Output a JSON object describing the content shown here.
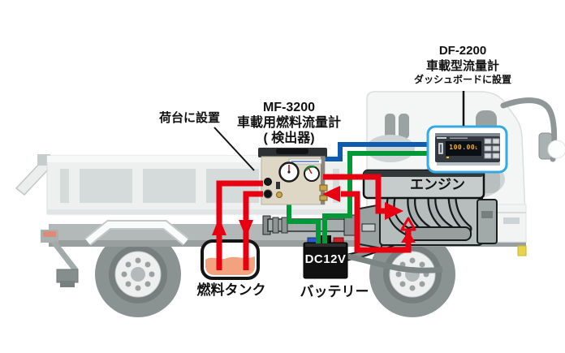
{
  "labels": {
    "bed_install": "荷台に設置",
    "mf_model": "MF-3200",
    "mf_name": "車載用燃料流量計",
    "mf_note": "( 検出器)",
    "df_model": "DF-2200",
    "df_name": "車載型流量計",
    "df_note": "ダッシュボードに設置",
    "engine": "エンジン",
    "fuel_tank": "燃料タンク",
    "battery": "バッテリー",
    "battery_voltage": "DC12V"
  },
  "monitor": {
    "display_value": "100.00",
    "display_unit": "L"
  },
  "colors": {
    "fuel_line_red": "#e60012",
    "power_cable_green": "#009938",
    "signal_cable_blue": "#0d5cb0",
    "monitor_frame_blue": "#35aae2",
    "tank_liquid_peach": "#f2a27e",
    "battery_black": "#101010"
  }
}
